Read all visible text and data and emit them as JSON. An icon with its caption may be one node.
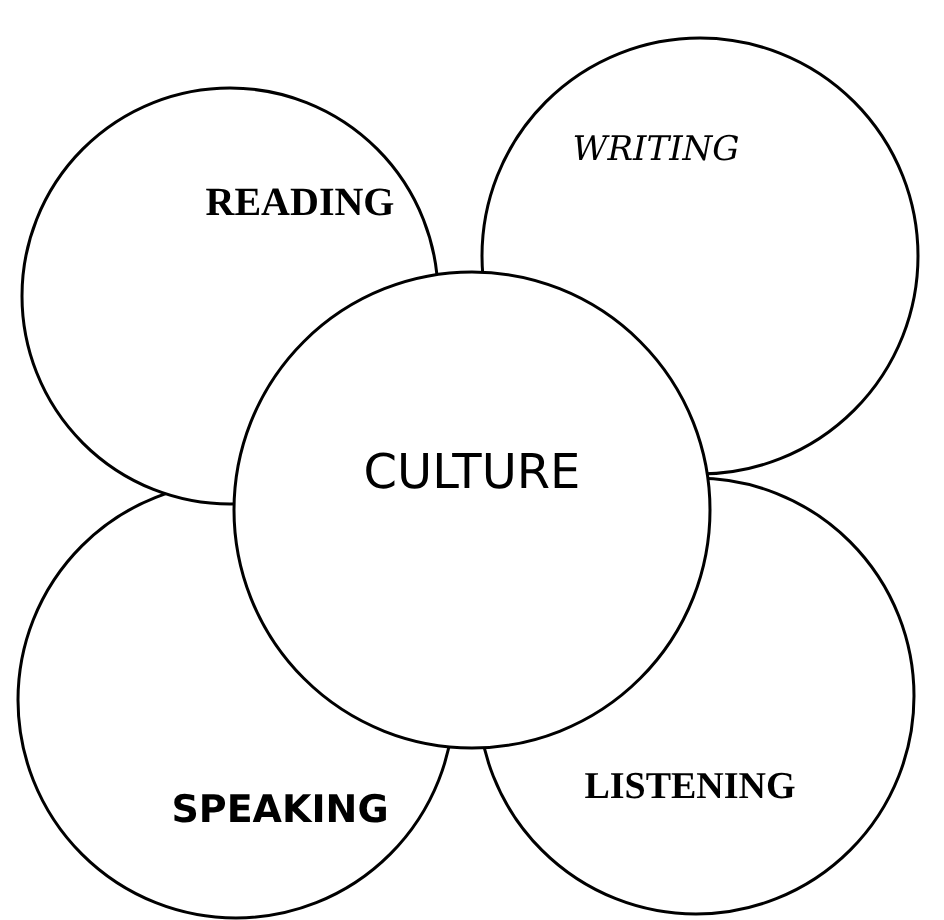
{
  "diagram": {
    "nodes": [
      {
        "text": [
          "READING"
        ]
      },
      {
        "text": [
          "WRITING"
        ]
      },
      {
        "text": [
          "CULTURE"
        ]
      },
      {
        "text": [
          "SPEAKING"
        ]
      },
      {
        "text": [
          "LISTENING"
        ]
      }
    ]
  }
}
